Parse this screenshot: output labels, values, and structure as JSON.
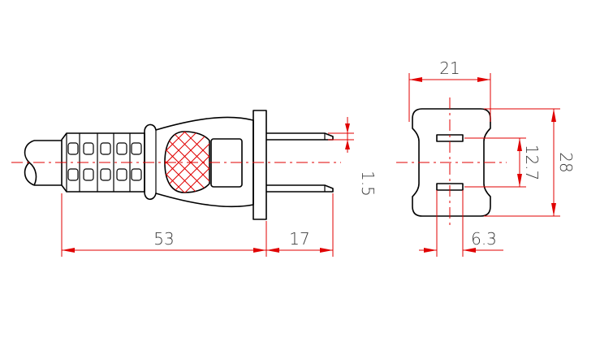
{
  "side_view": {
    "dimensions": {
      "body_length": "53",
      "pin_length": "17",
      "pin_thickness": "1.5"
    }
  },
  "front_view": {
    "dimensions": {
      "width": "21",
      "height": "28",
      "pin_spacing": "12.7",
      "pin_width": "6.3"
    }
  },
  "colors": {
    "outline": "#000000",
    "dimension_lines": "#e00000",
    "text": "#3a3a3a"
  }
}
